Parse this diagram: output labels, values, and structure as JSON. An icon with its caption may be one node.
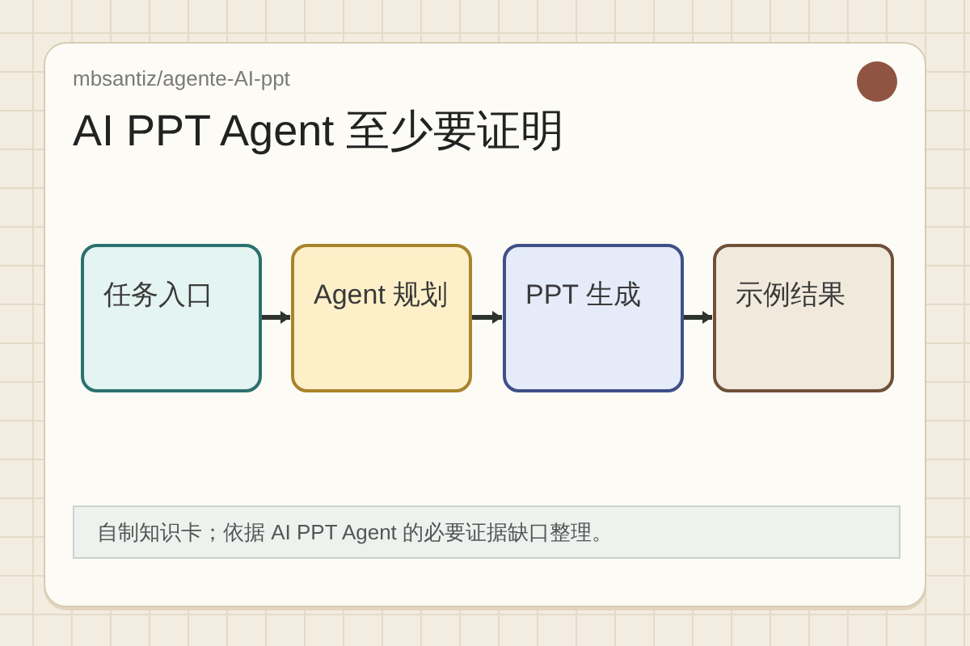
{
  "diagram": {
    "title": "AI PPT Agent 至少要证明",
    "caption": "自制知识卡；依据 AI PPT Agent 的必要证据缺口整理。",
    "nodes": [
      {
        "text": [
          "任务入口"
        ]
      },
      {
        "text": [
          "Agent 规划"
        ]
      },
      {
        "text": [
          "PPT 生成"
        ]
      },
      {
        "text": [
          "示例结果"
        ]
      }
    ],
    "edges": [
      {
        "from": 0,
        "to": 1,
        "arrow": "to"
      },
      {
        "from": 1,
        "to": 2,
        "arrow": "to"
      },
      {
        "from": 2,
        "to": 3,
        "arrow": "to"
      }
    ],
    "labels": [
      "mbsantiz/agente-AI-ppt"
    ]
  }
}
